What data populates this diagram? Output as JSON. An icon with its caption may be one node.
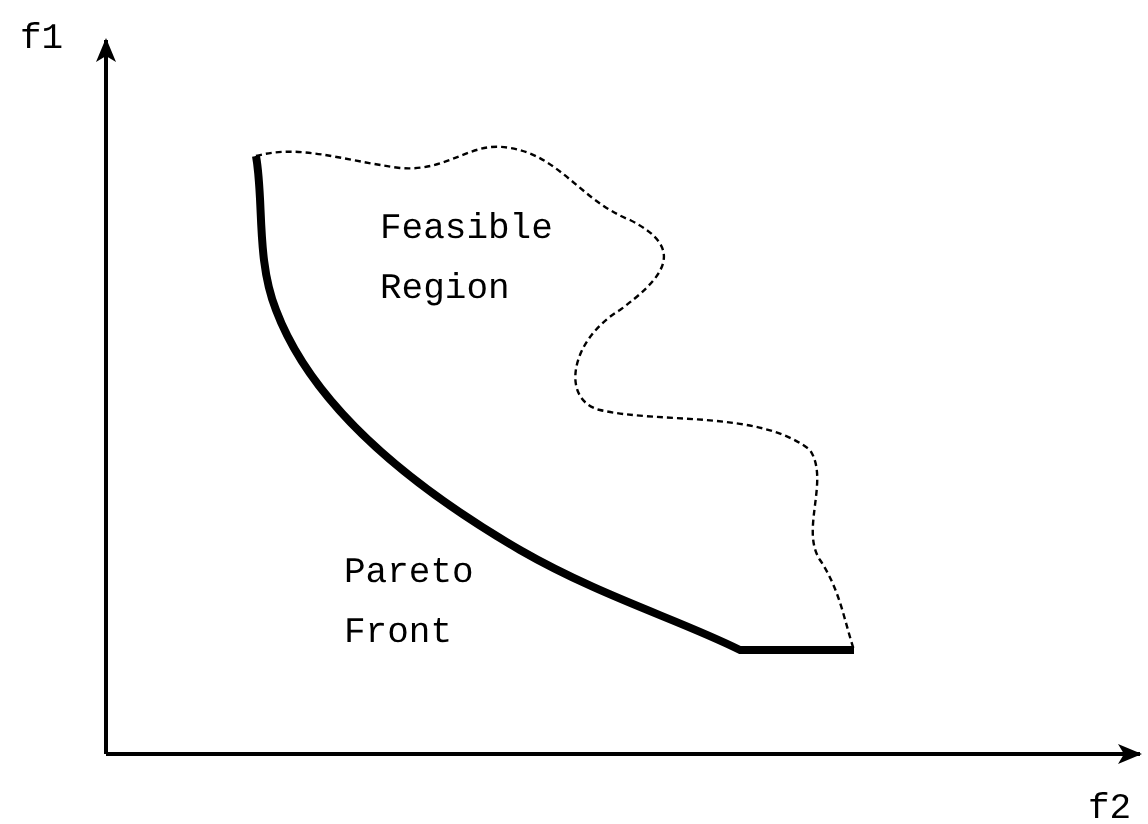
{
  "diagram": {
    "nodes": [
      {
        "text": [
          "Feasible Region"
        ]
      }
    ],
    "labels": [
      "f1",
      "f2",
      "Pareto Front"
    ]
  }
}
